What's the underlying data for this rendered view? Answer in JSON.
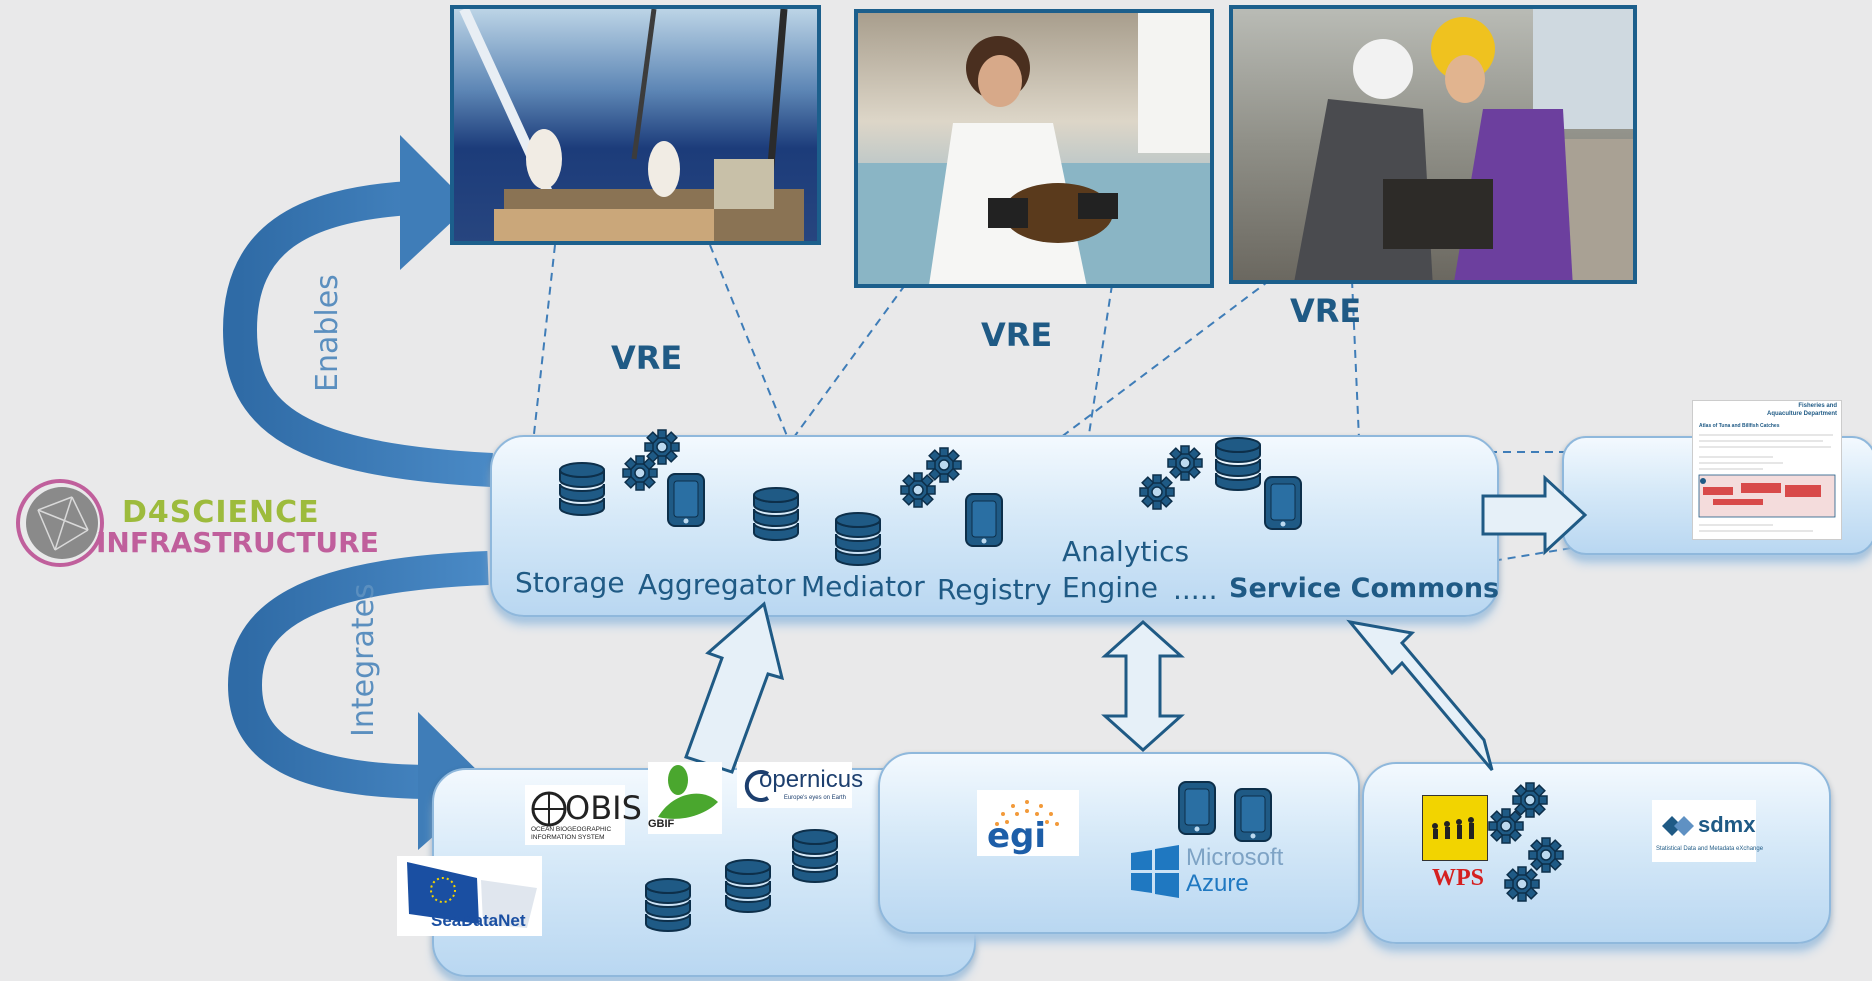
{
  "vre_labels": [
    "VRE",
    "VRE",
    "VRE"
  ],
  "curve_labels": {
    "enables": "Enables",
    "integrates": "Integrates"
  },
  "logo": {
    "line1": "D4SCIENCE",
    "line2": "INFRASTRUCTURE"
  },
  "service_labels": {
    "storage": "Storage",
    "aggregator": "Aggregator",
    "mediator": "Mediator",
    "registry": "Registry",
    "analytics_line1": "Analytics",
    "analytics_line2": "Engine",
    "ellipsis": ".....",
    "service_commons": "Service Commons"
  },
  "doc_preview": {
    "dept_line1": "Fisheries and",
    "dept_line2": "Aquaculture Department",
    "title": "Atlas of Tuna and Billfish Catches"
  },
  "data_sources": {
    "obis": {
      "name": "OBIS",
      "line1": "OCEAN BIOGEOGRAPHIC",
      "line2": "INFORMATION SYSTEM"
    },
    "gbif": "GBIF",
    "copernicus": {
      "name": "opernicus",
      "tagline": "Europe's eyes on Earth"
    },
    "seadatanet": "SeaDataNet"
  },
  "compute": {
    "egi": "egi",
    "microsoft_line1": "Microsoft",
    "microsoft_line2": "Azure"
  },
  "standards": {
    "wps": "WPS",
    "sdmx": "sdmx",
    "sdmx_sub": "Statistical Data and Metadata eXchange"
  },
  "colors": {
    "accent": "#1f5a85",
    "arrow": "#3f7db8",
    "panel_border": "#8fb8dc",
    "d4_green": "#9dbb3c",
    "d4_pink": "#c05f9c"
  }
}
